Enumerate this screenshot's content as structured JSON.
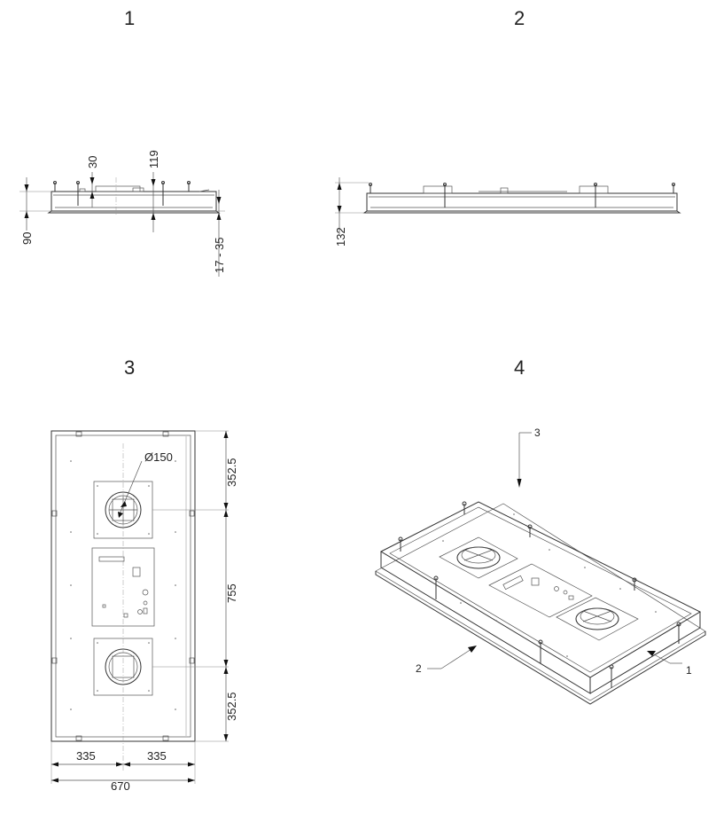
{
  "views": [
    {
      "number": "1"
    },
    {
      "number": "2"
    },
    {
      "number": "3"
    },
    {
      "number": "4"
    }
  ],
  "view1": {
    "dim_top_a": "30",
    "dim_top_b": "119",
    "dim_left": "90",
    "dim_right": "17 - 35"
  },
  "view2": {
    "dim_left": "132"
  },
  "view3": {
    "diameter": "Ø150",
    "dim_top": "352.5",
    "dim_middle": "755",
    "dim_bottom": "352.5",
    "dim_half_left": "335",
    "dim_half_right": "335",
    "dim_total_width": "670"
  },
  "view4": {
    "callout_1": "1",
    "callout_2": "2",
    "callout_3": "3"
  }
}
